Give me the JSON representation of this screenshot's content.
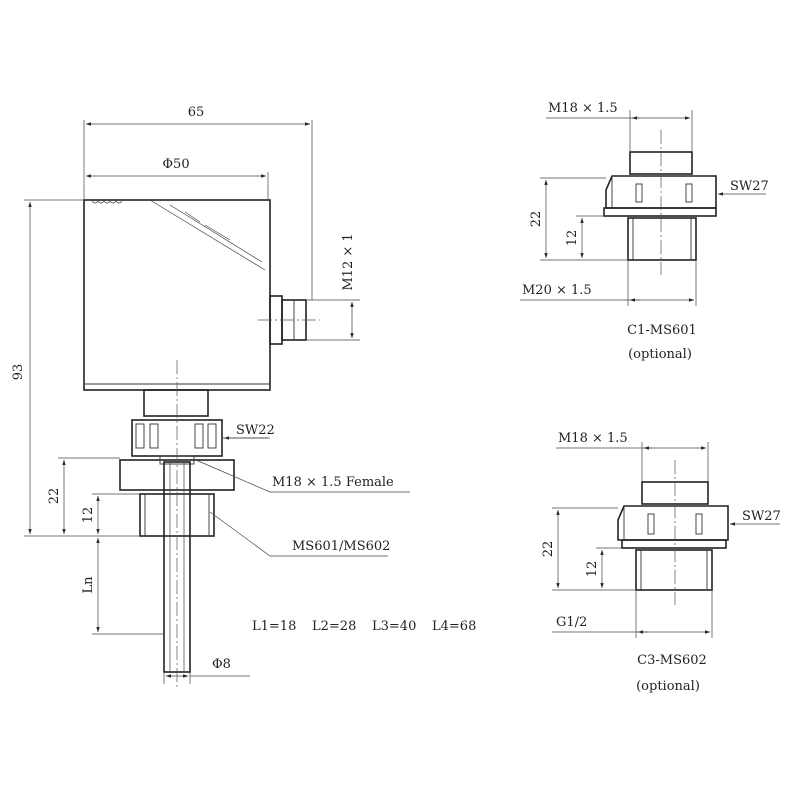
{
  "main_view": {
    "dim_width": "65",
    "dim_diameter_body": "Φ50",
    "dim_height": "93",
    "dim_connector_thread": "M12 × 1",
    "dim_wrench": "SW22",
    "label_female_thread": "M18 × 1.5 Female",
    "label_model": "MS601/MS602",
    "dim_22": "22",
    "dim_12": "12",
    "dim_ln": "Ln",
    "dim_probe_diameter": "Φ8",
    "lengths": [
      "L1=18",
      "L2=28",
      "L3=40",
      "L4=68"
    ]
  },
  "c1_detail": {
    "dim_top_thread": "M18 × 1.5",
    "dim_wrench": "SW27",
    "dim_22": "22",
    "dim_12": "12",
    "dim_bottom_thread": "M20 × 1.5",
    "title": "C1-MS601",
    "note": "(optional)"
  },
  "c3_detail": {
    "dim_top_thread": "M18 × 1.5",
    "dim_wrench": "SW27",
    "dim_22": "22",
    "dim_12": "12",
    "dim_bottom_thread": "G1/2",
    "title": "C3-MS602",
    "note": "(optional)"
  }
}
